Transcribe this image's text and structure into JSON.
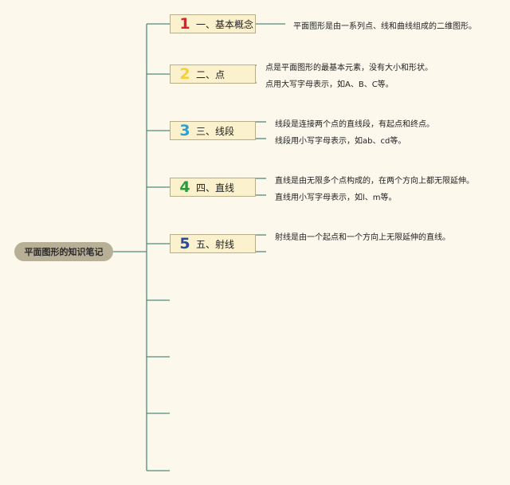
{
  "root": {
    "label": "平面图形的知识笔记"
  },
  "colors": {
    "line": "#4f8a7c",
    "root_bg": "#b7b097",
    "topic_bg": "#fbf1cd",
    "background": "#fcf8ec"
  },
  "topics": [
    {
      "number": "1",
      "number_color": "#d9232e",
      "label": "一、基本概念",
      "notes": [
        "平面图形是由一系列点、线和曲线组成的二维图形。"
      ]
    },
    {
      "number": "2",
      "number_color": "#f4cf3a",
      "label": "二、点",
      "notes": [
        "点是平面图形的最基本元素，没有大小和形状。",
        "点用大写字母表示，如A、B、C等。"
      ]
    },
    {
      "number": "3",
      "number_color": "#2b9fd6",
      "label": "三、线段",
      "notes": [
        "线段是连接两个点的直线段，有起点和终点。",
        "线段用小写字母表示，如ab、cd等。"
      ]
    },
    {
      "number": "4",
      "number_color": "#2a9a3d",
      "label": "四、直线",
      "notes": [
        "直线是由无限多个点构成的，在两个方向上都无限延伸。",
        "直线用小写字母表示，如l、m等。"
      ]
    },
    {
      "number": "5",
      "number_color": "#2a4a9a",
      "label": "五、射线",
      "notes": [
        "射线是由一个起点和一个方向上无限延伸的直线。"
      ]
    }
  ]
}
